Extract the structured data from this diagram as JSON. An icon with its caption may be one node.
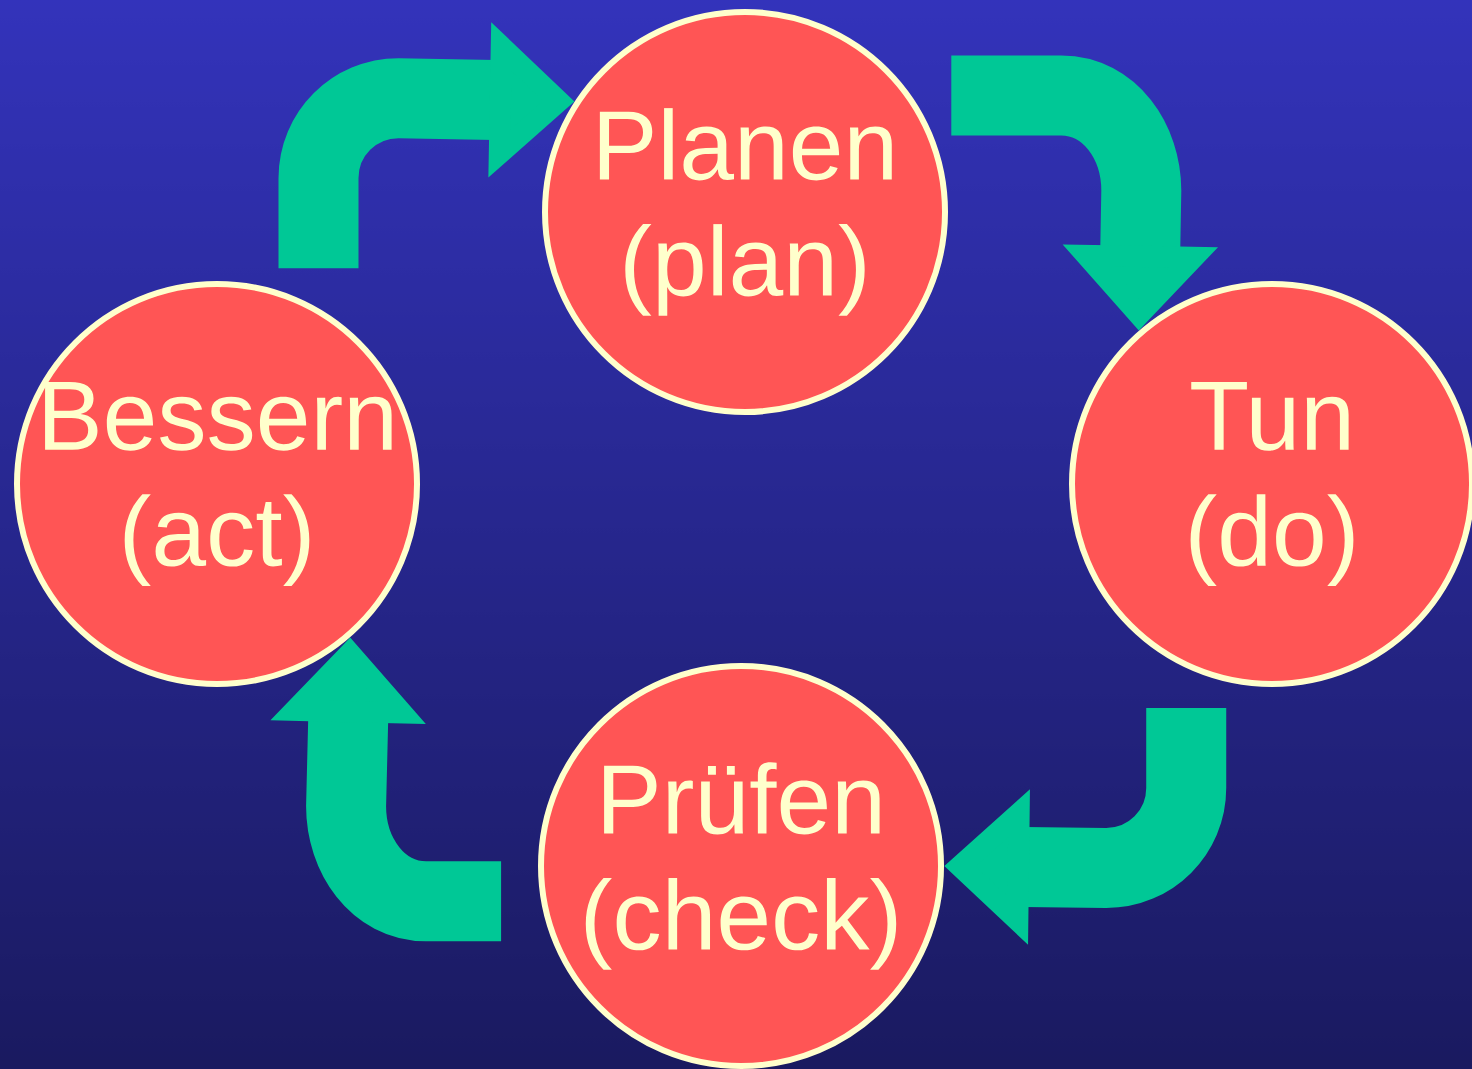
{
  "diagram": {
    "nodes": [
      {
        "text": [
          "Planen (plan)"
        ]
      },
      {
        "text": [
          "Tun (do)"
        ]
      },
      {
        "text": [
          "Prüfen (check)"
        ]
      },
      {
        "text": [
          "Bessern (act)"
        ]
      }
    ],
    "edges": [
      {
        "from": 0,
        "to": 1,
        "arrow": "to"
      },
      {
        "from": 1,
        "to": 2,
        "arrow": "to"
      },
      {
        "from": 2,
        "to": 3,
        "arrow": "to"
      },
      {
        "from": 3,
        "to": 0,
        "arrow": "to"
      }
    ]
  }
}
